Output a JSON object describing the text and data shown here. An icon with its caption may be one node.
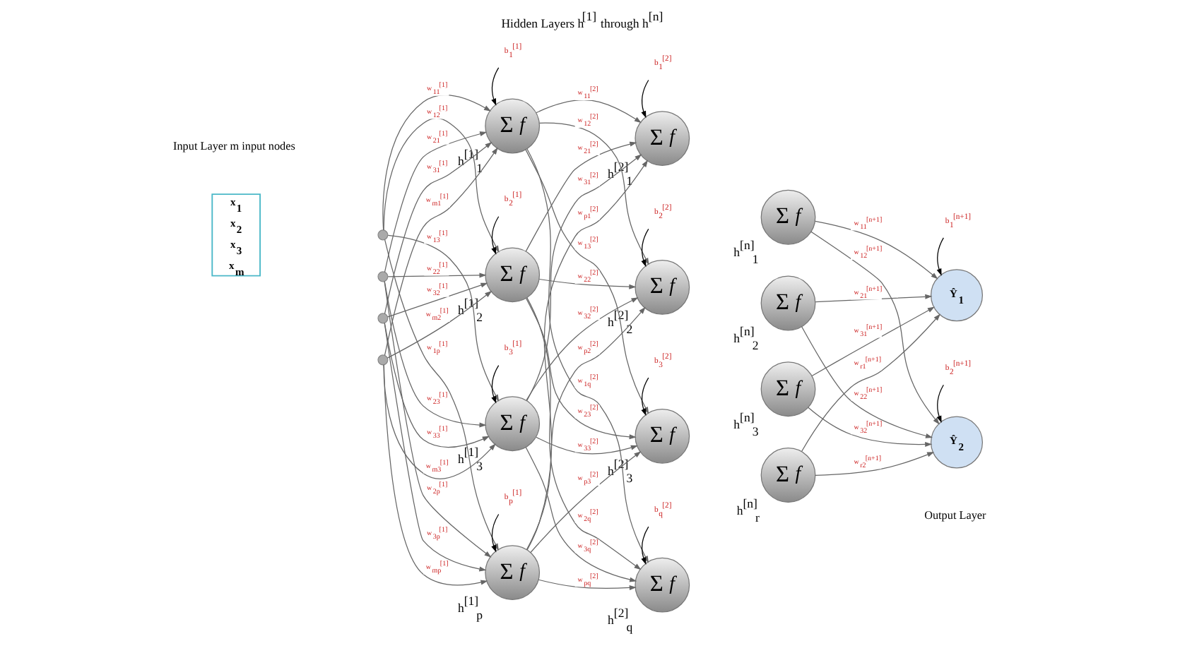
{
  "diagram": {
    "title": "Hidden Layers h$^{[1]}$ through h$^{[n]}$",
    "nodes": [
      {
        "text": [
          "x$_{1}$",
          "x$_{2}$",
          "x$_{3}$",
          "x$_{m}$"
        ]
      },
      {
        "text": [],
        "shape": "circle"
      },
      {
        "text": [],
        "shape": "circle"
      },
      {
        "text": [],
        "shape": "circle"
      },
      {
        "text": [],
        "shape": "circle"
      },
      {
        "text": [
          "Σ",
          "f"
        ],
        "beside": [
          "h$^{[1]}$$_{1}$"
        ]
      },
      {
        "text": [
          "Σ",
          "f"
        ],
        "beside": [
          "h$^{[1]}$$_{2}$"
        ]
      },
      {
        "text": [
          "Σ",
          "f"
        ],
        "beside": [
          "h$^{[1]}$$_{3}$"
        ]
      },
      {
        "text": [
          "Σ",
          "f"
        ],
        "beside": [
          "h$^{[1]}$$_{p}$"
        ]
      },
      {
        "text": [
          "Σ",
          "f"
        ],
        "beside": [
          "h$^{[2]}$$_{1}$"
        ]
      },
      {
        "text": [
          "Σ",
          "f"
        ],
        "beside": [
          "h$^{[2]}$$_{2}$"
        ]
      },
      {
        "text": [
          "Σ",
          "f"
        ],
        "beside": [
          "h$^{[2]}$$_{3}$"
        ]
      },
      {
        "text": [
          "Σ",
          "f"
        ],
        "beside": [
          "h$^{[2]}$$_{q}$"
        ]
      },
      {
        "text": [
          "Σ",
          "f"
        ],
        "beside": [
          "h$^{[n]}$$_{1}$"
        ]
      },
      {
        "text": [
          "Σ",
          "f"
        ],
        "beside": [
          "h$^{[n]}$$_{2}$"
        ]
      },
      {
        "text": [
          "Σ",
          "f"
        ],
        "beside": [
          "h$^{[n]}$$_{3}$"
        ]
      },
      {
        "text": [
          "Σ",
          "f"
        ],
        "beside": [
          "h$^{[n]}$$_{r}$"
        ]
      },
      {
        "text": [
          "Ŷ$_{1}$"
        ]
      },
      {
        "text": [
          "Ŷ$_{2}$"
        ]
      },
      {
        "text": [
          "b$_{1}$$^{[1]}$"
        ]
      },
      {
        "text": [
          "b$_{2}$$^{[1]}$"
        ]
      },
      {
        "text": [
          "b$_{3}$$^{[1]}$"
        ]
      },
      {
        "text": [
          "b$_{p}$$^{[1]}$"
        ]
      },
      {
        "text": [
          "b$_{1}$$^{[2]}$"
        ]
      },
      {
        "text": [
          "b$_{2}$$^{[2]}$"
        ]
      },
      {
        "text": [
          "b$_{3}$$^{[2]}$"
        ]
      },
      {
        "text": [
          "b$_{q}$$^{[2]}$"
        ]
      },
      {
        "text": [
          "b$_{1}$$^{[n+1]}$"
        ]
      },
      {
        "text": [
          "b$_{2}$$^{[n+1]}$"
        ]
      }
    ],
    "edges": [
      {
        "from": 1,
        "to": 5,
        "arrow": "to",
        "label": "w$_{11}$$^{[1]}$"
      },
      {
        "from": 2,
        "to": 5,
        "arrow": "to",
        "label": "w$_{21}$$^{[1]}$"
      },
      {
        "from": 3,
        "to": 5,
        "arrow": "to",
        "label": "w$_{31}$$^{[1]}$"
      },
      {
        "from": 4,
        "to": 5,
        "arrow": "to",
        "label": "w$_{m1}$$^{[1]}$"
      },
      {
        "from": 1,
        "to": 6,
        "arrow": "to",
        "label": "w$_{12}$$^{[1]}$"
      },
      {
        "from": 2,
        "to": 6,
        "arrow": "to",
        "label": "w$_{22}$$^{[1]}$"
      },
      {
        "from": 3,
        "to": 6,
        "arrow": "to",
        "label": "w$_{32}$$^{[1]}$"
      },
      {
        "from": 4,
        "to": 6,
        "arrow": "to",
        "label": "w$_{m2}$$^{[1]}$"
      },
      {
        "from": 1,
        "to": 7,
        "arrow": "to",
        "label": "w$_{13}$$^{[1]}$"
      },
      {
        "from": 2,
        "to": 7,
        "arrow": "to",
        "label": "w$_{23}$$^{[1]}$"
      },
      {
        "from": 3,
        "to": 7,
        "arrow": "to",
        "label": "w$_{33}$$^{[1]}$"
      },
      {
        "from": 4,
        "to": 7,
        "arrow": "to",
        "label": "w$_{m3}$$^{[1]}$"
      },
      {
        "from": 1,
        "to": 8,
        "arrow": "to",
        "label": "w$_{1p}$$^{[1]}$"
      },
      {
        "from": 2,
        "to": 8,
        "arrow": "to",
        "label": "w$_{2p}$$^{[1]}$"
      },
      {
        "from": 3,
        "to": 8,
        "arrow": "to",
        "label": "w$_{3p}$$^{[1]}$"
      },
      {
        "from": 4,
        "to": 8,
        "arrow": "to",
        "label": "w$_{mp}$$^{[1]}$"
      },
      {
        "from": 5,
        "to": 9,
        "arrow": "to",
        "label": "w$_{11}$$^{[2]}$"
      },
      {
        "from": 6,
        "to": 9,
        "arrow": "to",
        "label": "w$_{21}$$^{[2]}$"
      },
      {
        "from": 7,
        "to": 9,
        "arrow": "to",
        "label": "w$_{31}$$^{[2]}$"
      },
      {
        "from": 8,
        "to": 9,
        "arrow": "to",
        "label": "w$_{p1}$$^{[2]}$"
      },
      {
        "from": 5,
        "to": 10,
        "arrow": "to",
        "label": "w$_{12}$$^{[2]}$"
      },
      {
        "from": 6,
        "to": 10,
        "arrow": "to",
        "label": "w$_{22}$$^{[2]}$"
      },
      {
        "from": 7,
        "to": 10,
        "arrow": "to",
        "label": "w$_{32}$$^{[2]}$"
      },
      {
        "from": 8,
        "to": 10,
        "arrow": "to",
        "label": "w$_{p2}$$^{[2]}$"
      },
      {
        "from": 5,
        "to": 11,
        "arrow": "to",
        "label": "w$_{13}$$^{[2]}$"
      },
      {
        "from": 6,
        "to": 11,
        "arrow": "to",
        "label": "w$_{23}$$^{[2]}$"
      },
      {
        "from": 7,
        "to": 11,
        "arrow": "to",
        "label": "w$_{33}$$^{[2]}$"
      },
      {
        "from": 8,
        "to": 11,
        "arrow": "to",
        "label": "w$_{p3}$$^{[2]}$"
      },
      {
        "from": 5,
        "to": 12,
        "arrow": "to",
        "label": "w$_{1q}$$^{[2]}$"
      },
      {
        "from": 6,
        "to": 12,
        "arrow": "to",
        "label": "w$_{2q}$$^{[2]}$"
      },
      {
        "from": 7,
        "to": 12,
        "arrow": "to",
        "label": "w$_{3q}$$^{[2]}$"
      },
      {
        "from": 8,
        "to": 12,
        "arrow": "to",
        "label": "w$_{pq}$$^{[2]}$"
      },
      {
        "from": 13,
        "to": 17,
        "arrow": "to",
        "label": "w$_{11}$$^{[n+1]}$"
      },
      {
        "from": 14,
        "to": 17,
        "arrow": "to",
        "label": "w$_{21}$$^{[n+1]}$"
      },
      {
        "from": 15,
        "to": 17,
        "arrow": "to",
        "label": "w$_{31}$$^{[n+1]}$"
      },
      {
        "from": 16,
        "to": 17,
        "arrow": "to",
        "label": "w$_{r1}$$^{[n+1]}$"
      },
      {
        "from": 13,
        "to": 18,
        "arrow": "to",
        "label": "w$_{12}$$^{[n+1]}$"
      },
      {
        "from": 14,
        "to": 18,
        "arrow": "to",
        "label": "w$_{22}$$^{[n+1]}$"
      },
      {
        "from": 15,
        "to": 18,
        "arrow": "to",
        "label": "w$_{32}$$^{[n+1]}$"
      },
      {
        "from": 16,
        "to": 18,
        "arrow": "to",
        "label": "w$_{r2}$$^{[n+1]}$"
      },
      {
        "from": 19,
        "to": 5,
        "arrow": "to",
        "color": "#000000"
      },
      {
        "from": 20,
        "to": 6,
        "arrow": "to",
        "color": "#000000"
      },
      {
        "from": 21,
        "to": 7,
        "arrow": "to",
        "color": "#000000"
      },
      {
        "from": 22,
        "to": 8,
        "arrow": "to",
        "color": "#000000"
      },
      {
        "from": 23,
        "to": 9,
        "arrow": "to",
        "color": "#000000"
      },
      {
        "from": 24,
        "to": 10,
        "arrow": "to",
        "color": "#000000"
      },
      {
        "from": 25,
        "to": 11,
        "arrow": "to",
        "color": "#000000"
      },
      {
        "from": 26,
        "to": 12,
        "arrow": "to",
        "color": "#000000"
      },
      {
        "from": 27,
        "to": 17,
        "arrow": "to",
        "color": "#000000"
      },
      {
        "from": 28,
        "to": 18,
        "arrow": "to",
        "color": "#000000"
      }
    ],
    "labels": [
      "Input Layer m input nodes",
      "Output Layer"
    ]
  }
}
